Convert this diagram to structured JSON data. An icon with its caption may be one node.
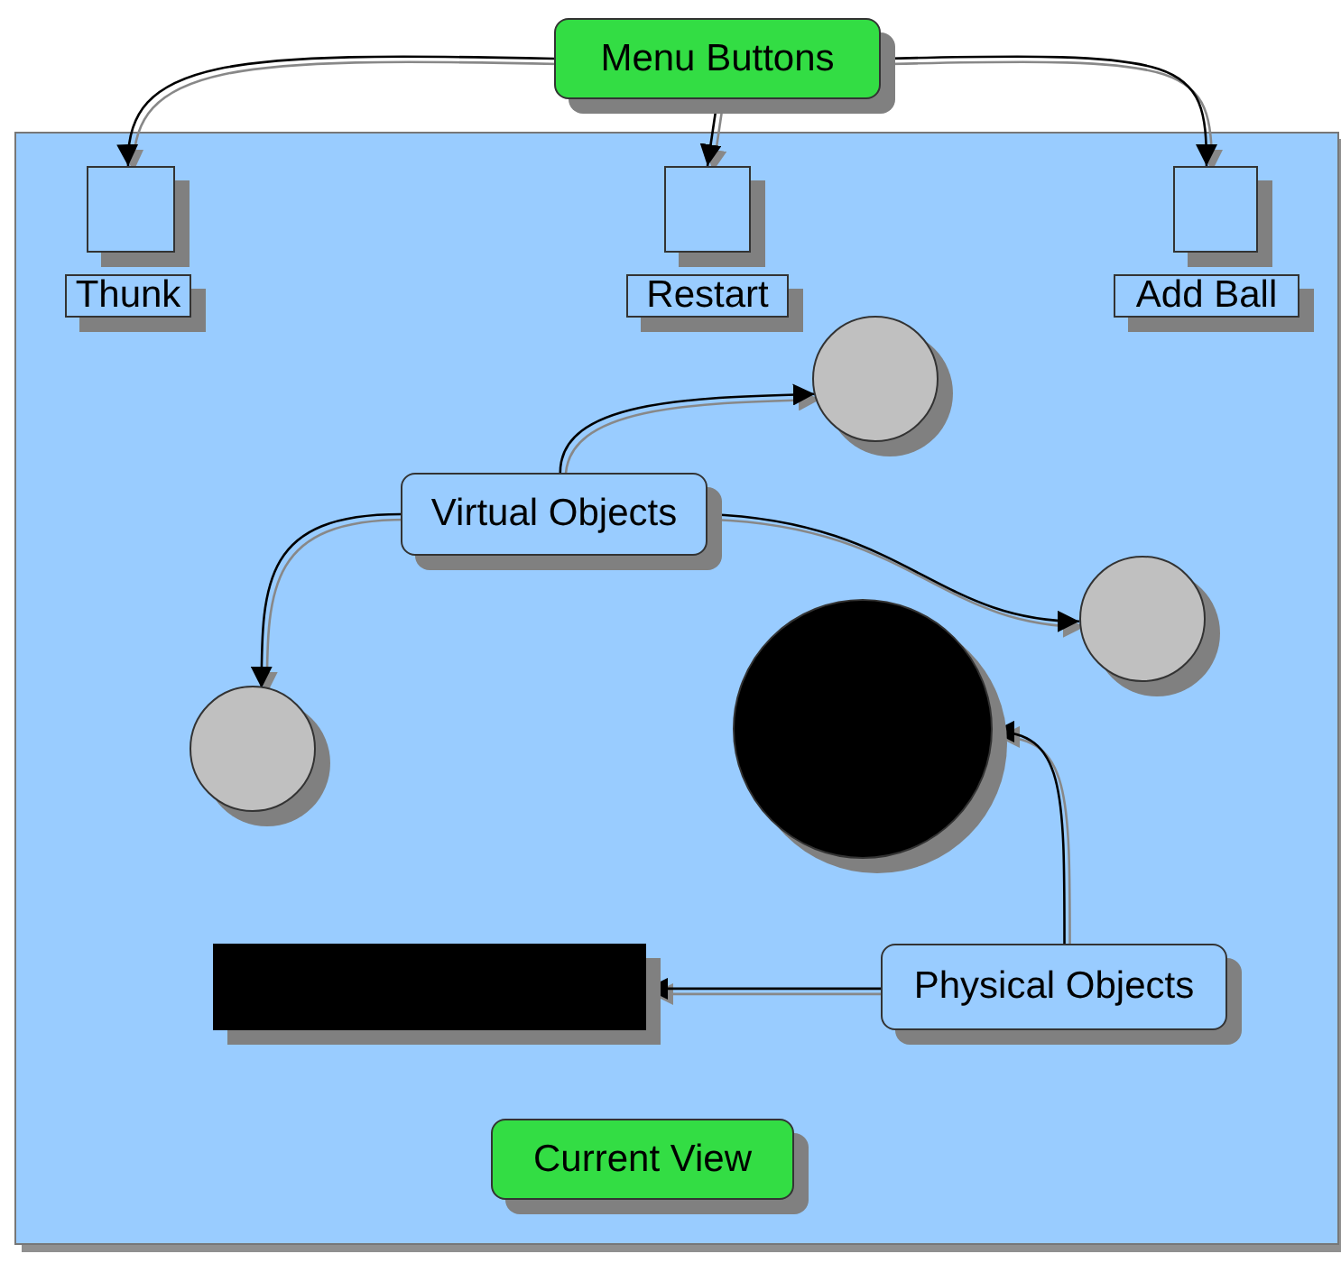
{
  "diagram": {
    "nodes": [
      {
        "text": [
          "Menu Buttons"
        ]
      },
      {
        "text": [],
        "shape": "box"
      },
      {
        "text": [
          "Thunk"
        ],
        "in": 1
      },
      {
        "text": [
          "Restart"
        ],
        "in": 1
      },
      {
        "text": [
          "Add Ball"
        ],
        "in": 1
      },
      {
        "text": [],
        "shape": "circle",
        "in": 1
      },
      {
        "text": [
          "Virtual Objects"
        ],
        "in": 1
      },
      {
        "text": [],
        "shape": "circle",
        "in": 1
      },
      {
        "text": [],
        "shape": "circle",
        "in": 1
      },
      {
        "text": [],
        "shape": "circle",
        "in": 1
      },
      {
        "text": [],
        "shape": "bar",
        "in": 1
      },
      {
        "text": [
          "Physical Objects"
        ],
        "in": 1
      },
      {
        "text": [
          "Current View"
        ],
        "in": 1
      }
    ],
    "edges": [
      {
        "from": 0,
        "to": 2,
        "arrow": "to"
      },
      {
        "from": 0,
        "to": 3,
        "arrow": "to"
      },
      {
        "from": 0,
        "to": 4,
        "arrow": "to"
      },
      {
        "from": 6,
        "to": 5,
        "arrow": "to"
      },
      {
        "from": 6,
        "to": 7,
        "arrow": "to"
      },
      {
        "from": 6,
        "to": 8,
        "arrow": "to"
      },
      {
        "from": 11,
        "to": 9,
        "arrow": "to"
      },
      {
        "from": 11,
        "to": 10,
        "arrow": "to"
      }
    ]
  }
}
